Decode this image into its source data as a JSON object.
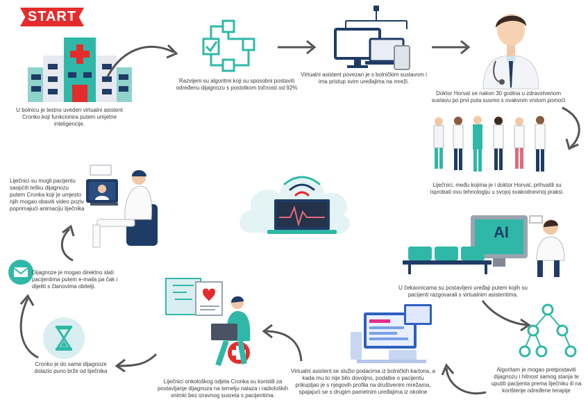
{
  "start_label": "START",
  "steps": {
    "s1": "U bolnicu je testno uveden virtualni asistent Cronko koji funkcionira putem umjetne inteligencije.",
    "s2": "Razvijeni su algoritmi koji su sposobni postaviti određenu dijagnozu s postotkom točnosti od 92%",
    "s3": "Virtualni asistent povezan je s bolničkim sustavom i ima pristup svim uređajima na mreži.",
    "s4": "Doktor Horvat se nakon 30 godina u zdravstvenom sustavu po prvi puta susreo s ovakvom vrstom pomoći",
    "s5": "Liječnici, među kojima je i doktor Horvat, prihvatili su isprobati ovu tehnologiju u svojoj svakodnevnoj praksi.",
    "s6": "U čekaonicama su postavljeni uređaji putem kojih su pacijenti razgovarali s virtualnim asistentima.",
    "s7": "Algoritam je mogao pretpostaviti dijagnozu i hitnost samog stanja te uputiti pacijenta prema liječniku ili na korištenje određene terapije",
    "s8": "Virtualni asistent se služio podacima iz bolničkih kartona, a kada mu to nije bilo dovoljno, podatke o pacijentu prikupljao je s njegovih profila na društvenim mrežama, spajajući se s drugim pametnim uređajima iz okoline",
    "s9": "Liječnici onkološkog odjela Cronka su koristili za postavljanje dijagnoza na temelju nalaza i radioloških snimki bez izravnog susreta s pacijentima.",
    "s10": "Cronko je do same dijagnoze dolazio puno brže od liječnika",
    "s11": "Dijagnoze je mogao direktno slati pacijentima putem e-maila pa čak i dijeliti s članovima obitelji.",
    "s12": "Liječnici su mogli pacijentu saopćiti tešku dijagnozu putem Cronka koji je umjesto njih mogao obaviti video poziv poprimajući animaciju liječnika"
  },
  "ai_label": "AI",
  "colors": {
    "teal": "#2fb8a8",
    "navy": "#1f3c66",
    "red": "#e52b2b",
    "arrow": "#555555",
    "cloud": "#e4f3f5"
  }
}
